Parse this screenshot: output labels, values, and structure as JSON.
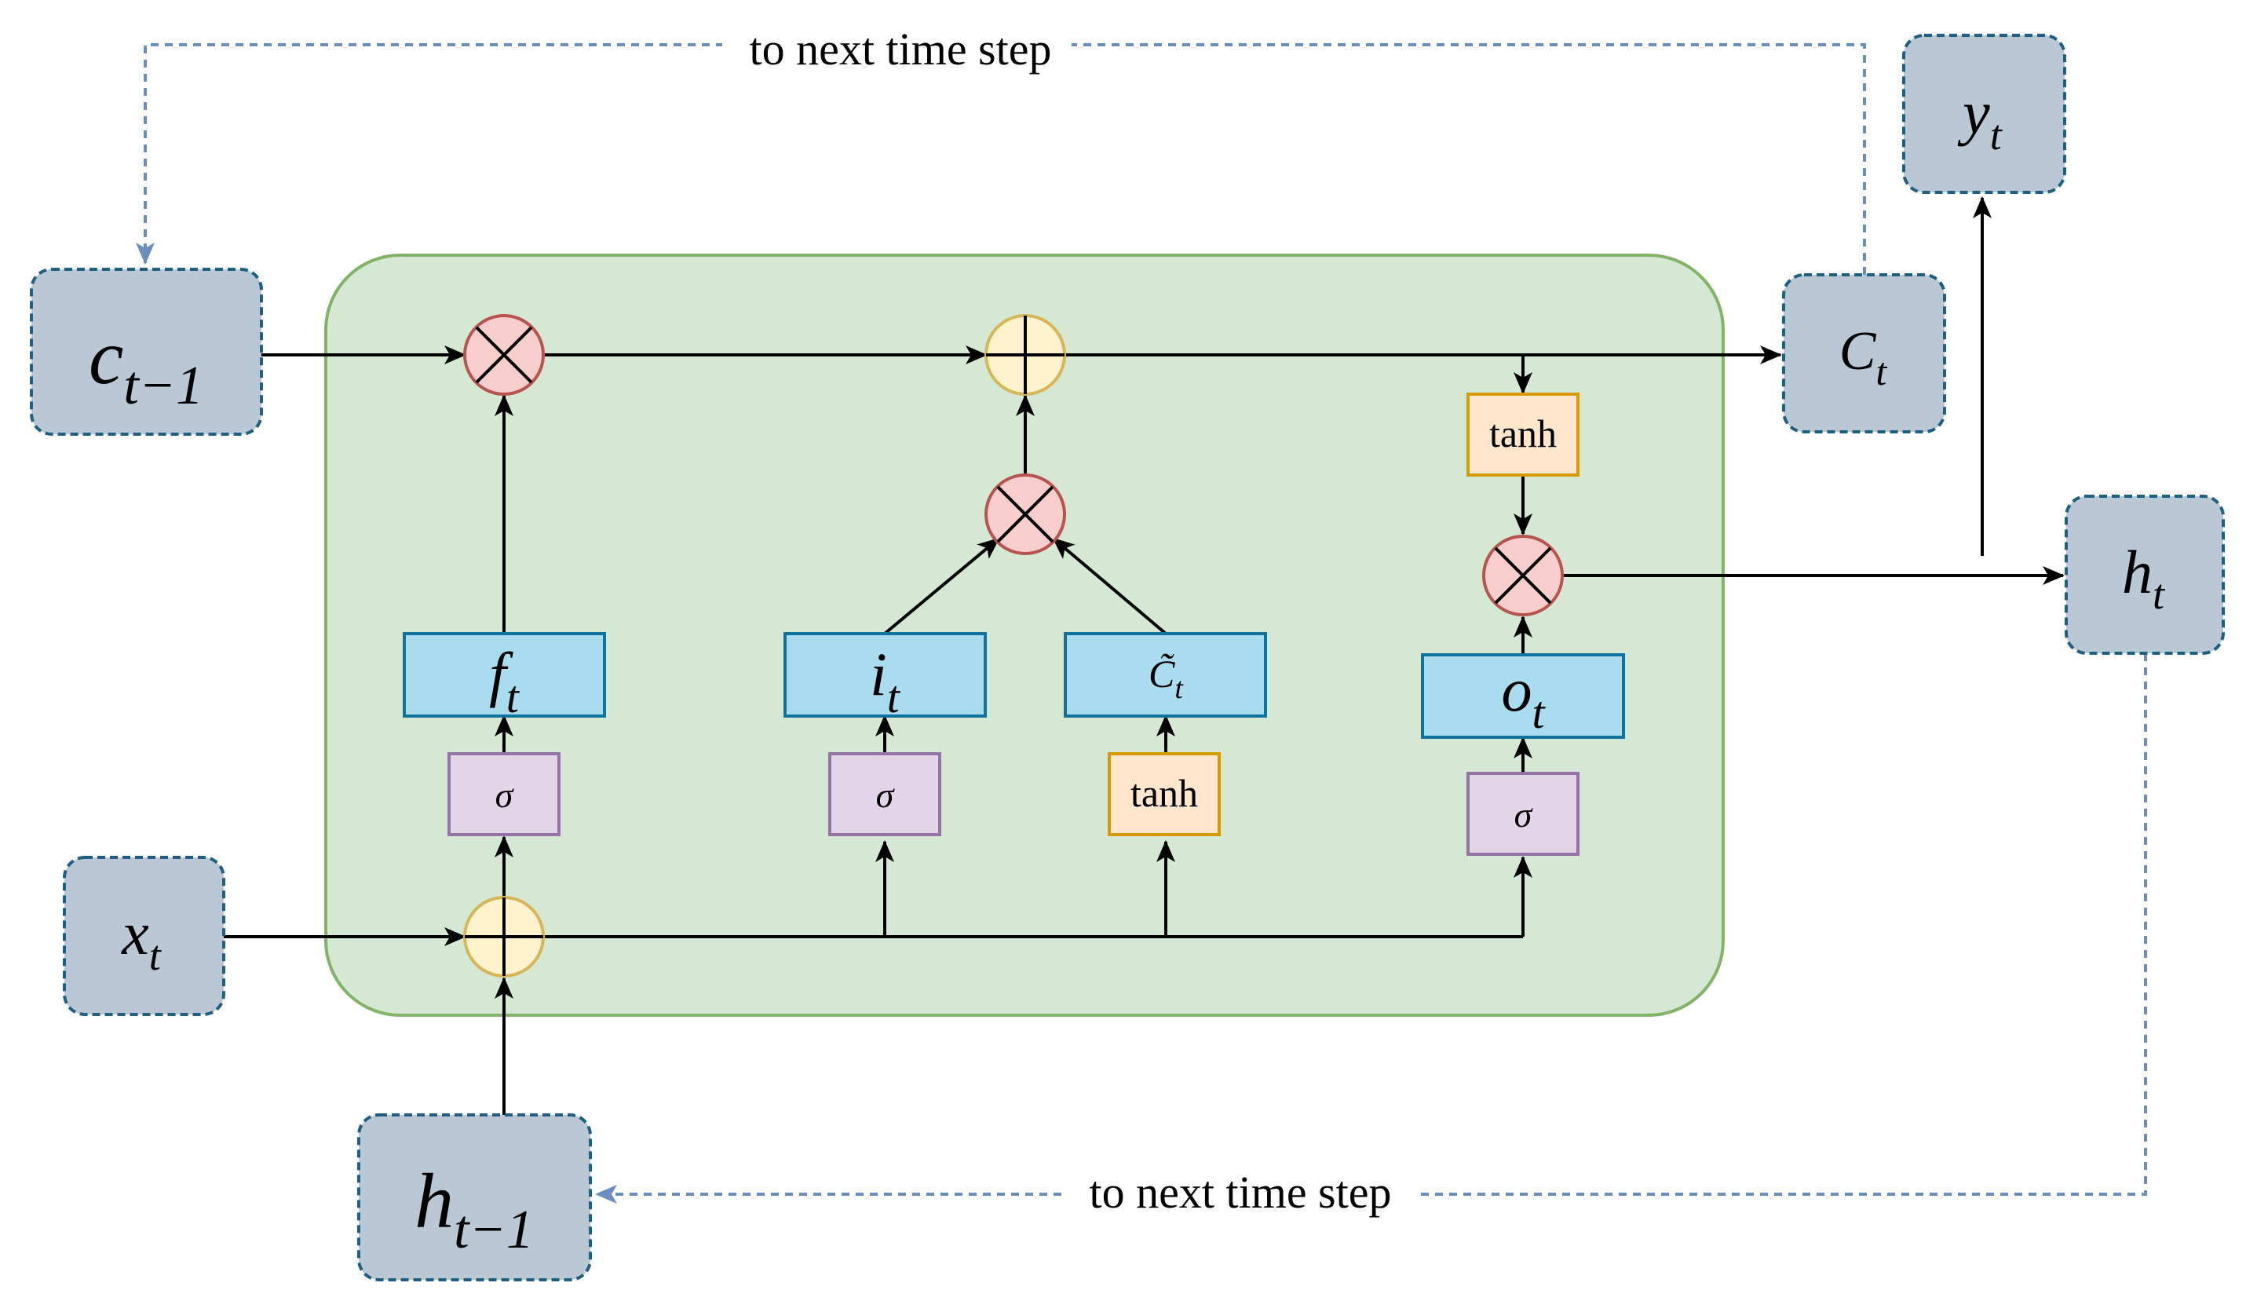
{
  "colors": {
    "cell_fill": "#d5e8d4",
    "cell_stroke": "#82b366",
    "node_fill": "#b9c8d4",
    "node_stroke": "#1f5f80",
    "gate_fill": "#a9dcef",
    "gate_stroke": "#10739e",
    "sigma_fill": "#e1d5e7",
    "sigma_stroke": "#9673a6",
    "tanh_fill": "#ffe6cc",
    "tanh_stroke": "#d79b00",
    "mult_fill": "#f8cecc",
    "mult_stroke": "#b85450",
    "add_fill": "#fff2cc",
    "add_stroke": "#d6b656",
    "arrow": "#000000",
    "dashed": "#6c8ebf"
  },
  "nodes": {
    "c_prev": {
      "base": "c",
      "sub": "t−1"
    },
    "c_out": {
      "base": "C",
      "sub": "t"
    },
    "y_out": {
      "base": "y",
      "sub": "t"
    },
    "h_out": {
      "base": "h",
      "sub": "t"
    },
    "x_in": {
      "base": "x",
      "sub": "t"
    },
    "h_prev": {
      "base": "h",
      "sub": "t−1"
    }
  },
  "gates": {
    "forget": {
      "base": "f",
      "sub": "t"
    },
    "input": {
      "base": "i",
      "sub": "t"
    },
    "candidate": {
      "base": "C̃",
      "sub": "t"
    },
    "output": {
      "base": "o",
      "sub": "t"
    }
  },
  "activations": {
    "sigma": "σ",
    "tanh": "tanh"
  },
  "loop_labels": {
    "top": "to next time step",
    "bottom": "to next time step"
  }
}
